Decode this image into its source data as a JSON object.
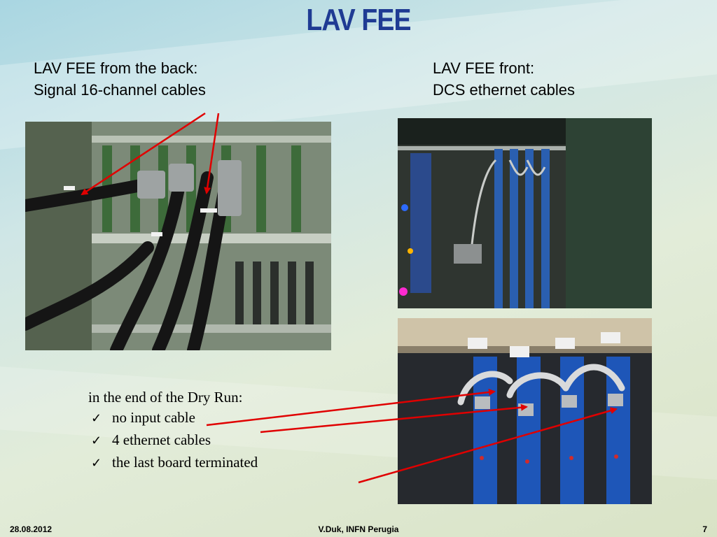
{
  "slide": {
    "title": "LAV FEE"
  },
  "captions": {
    "left": {
      "line1": "LAV FEE from the back:",
      "line2": "Signal 16-channel cables"
    },
    "right": {
      "line1": "LAV FEE front:",
      "line2": "DCS ethernet cables"
    }
  },
  "list": {
    "heading": "in the end of the Dry Run:",
    "items": [
      {
        "label": "no input cable"
      },
      {
        "label": "4 ethernet cables"
      },
      {
        "label": "the last board terminated"
      }
    ],
    "bullet_icon": "checkmark-icon"
  },
  "footer": {
    "date": "28.08.2012",
    "author": "V.Duk, INFN Perugia",
    "page": "7"
  },
  "colors": {
    "title": "#1f3b93",
    "arrow": "#e00000"
  }
}
